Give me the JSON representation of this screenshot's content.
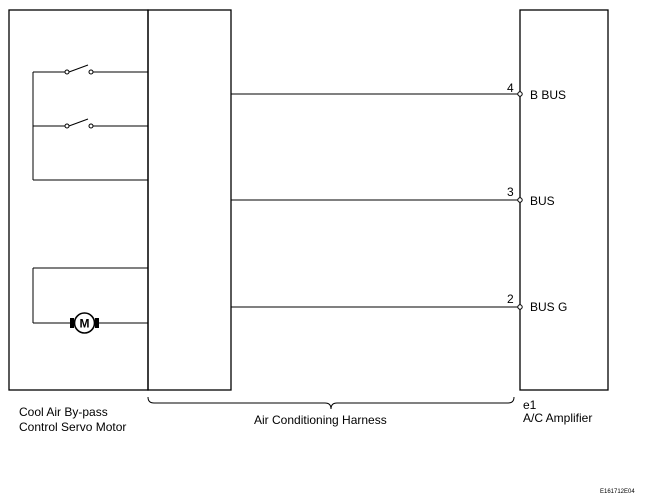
{
  "components": {
    "servo_motor": {
      "name_line1": "Cool Air By-pass",
      "name_line2": "Control Servo Motor"
    },
    "harness": {
      "name": "Air Conditioning Harness"
    },
    "amplifier": {
      "connector": "e1",
      "name": "A/C Amplifier"
    }
  },
  "connections": [
    {
      "pin": "4",
      "signal": "B BUS"
    },
    {
      "pin": "3",
      "signal": "BUS"
    },
    {
      "pin": "2",
      "signal": "BUS G"
    }
  ],
  "symbols": {
    "motor_letter": "M"
  },
  "figure_id": "E161712E04"
}
